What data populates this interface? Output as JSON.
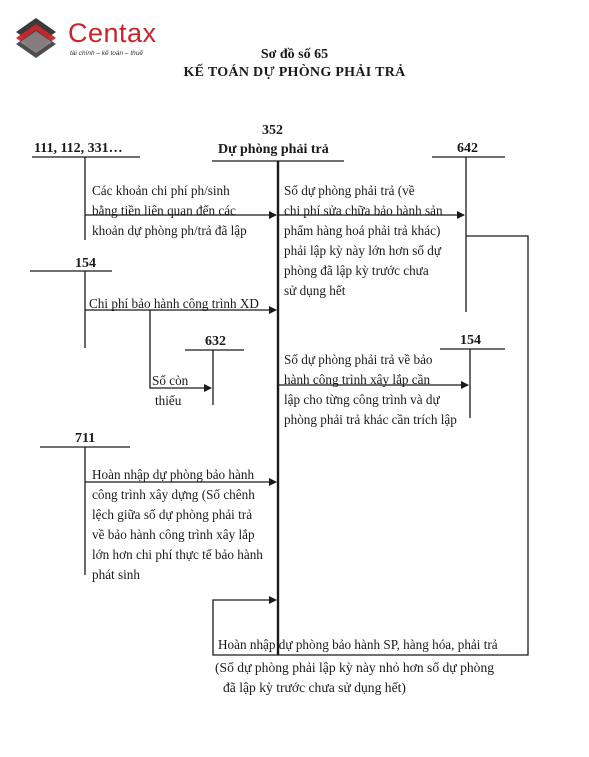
{
  "brand": {
    "name": "Centax",
    "tagline": "tài chính – kế toán – thuế"
  },
  "title": {
    "line1": "Sơ đồ số 65",
    "line2": "KẾ TOÁN DỰ PHÒNG PHẢI TRẢ"
  },
  "accounts": {
    "acc_352_code": "352",
    "acc_352_name": "Dự phòng phải trả",
    "acc_111": "111, 112, 331…",
    "acc_642": "642",
    "acc_154_left": "154",
    "acc_632": "632",
    "acc_154_right": "154",
    "acc_711": "711"
  },
  "entries": {
    "left_costs": [
      "Các khoản chi phí ph/sinh",
      "bằng tiền liên quan đến các",
      "khoản dự phòng ph/trả đã lập"
    ],
    "warranty_cost": "Chi phí bảo hành công trình XD",
    "shortfall": [
      "Số còn",
      "thiếu"
    ],
    "right_642": [
      "Số dự phòng phải trả (về",
      "chi phí sửa chữa bảo hành sản",
      "phẩm hàng hoá phải trả khác)",
      "phải lập kỳ này lớn hơn số dự",
      "phòng đã lập kỳ trước chưa",
      "sử dụng hết"
    ],
    "right_154": [
      "Số dự phòng phải trả về bảo",
      "hành công trình xây lắp cần",
      "lập cho từng công trình và dự",
      "phòng phải trả khác cần trích lập"
    ],
    "reversal_711": [
      "Hoàn nhập dự phòng bảo hành",
      "công trình xây dựng (Số chênh",
      "lệch giữa số dự phòng phải trả",
      "về bảo hành công trình xây lắp",
      "lớn hơn chi phí thực tế bảo hành",
      "phát sinh"
    ],
    "bottom_reversal": "Hoàn nhập dự phòng bảo hành SP, hàng hóa, phải trả",
    "bottom_note": [
      "(Số dự phòng phải lập kỳ này nhỏ hơn số dự phòng",
      "đã lập kỳ trước chưa sử dụng hết)"
    ]
  },
  "colors": {
    "brand_red": "#c8252b",
    "logo_dark": "#3a3a3a",
    "ink": "#1a1a1a"
  }
}
